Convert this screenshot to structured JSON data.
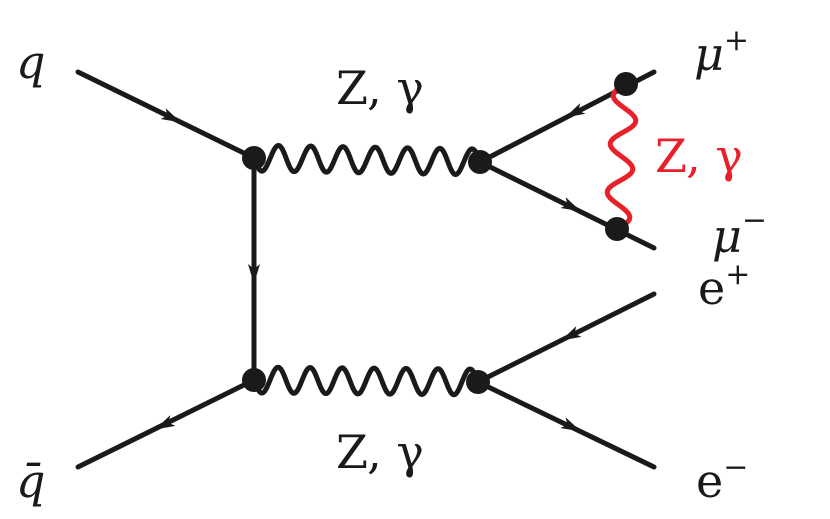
{
  "diagram": {
    "colors": {
      "line": "#1a1a1a",
      "highlight": "#e8202a"
    },
    "labels": {
      "q": "q",
      "qbar": "q̄",
      "boson_top": "Z, γ",
      "boson_bottom": "Z, γ",
      "boson_loop": "Z, γ",
      "mu_plus_base": "μ",
      "mu_plus_sup": "+",
      "mu_minus_base": "μ",
      "mu_minus_sup": "−",
      "e_plus_base": "e",
      "e_plus_sup": "+",
      "e_minus_base": "e",
      "e_minus_sup": "−"
    }
  }
}
